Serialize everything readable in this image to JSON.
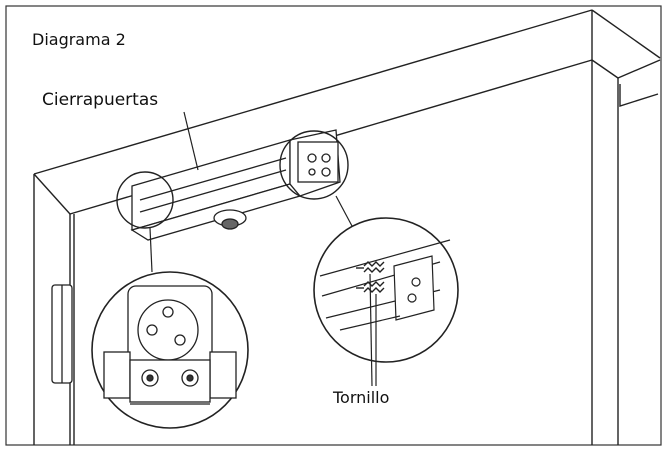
{
  "diagram": {
    "title": "Diagrama 2",
    "labels": {
      "door_closer": "Cierrapuertas",
      "screw": "Tornillo"
    }
  }
}
